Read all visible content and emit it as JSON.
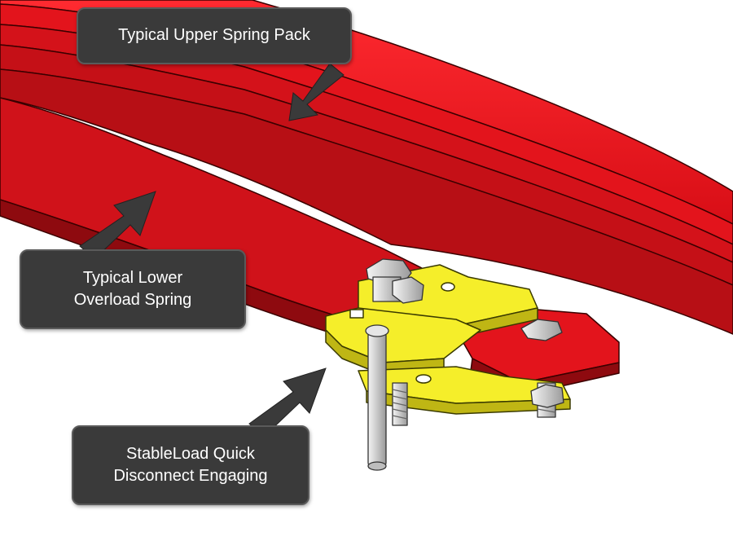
{
  "colors": {
    "spring": "#e8121b",
    "spring_dark": "#a80a10",
    "bracket": "#f2ea25",
    "bracket_dark": "#b8b010",
    "hardware": "#d9d9d9",
    "callout_bg": "#3a3a3a",
    "arrow": "#3a3a3a"
  },
  "callouts": {
    "upper": {
      "text": "Typical Upper Spring Pack"
    },
    "lower": {
      "line1": "Typical Lower",
      "line2": "Overload Spring"
    },
    "quick": {
      "line1": "StableLoad Quick",
      "line2": "Disconnect Engaging"
    }
  }
}
